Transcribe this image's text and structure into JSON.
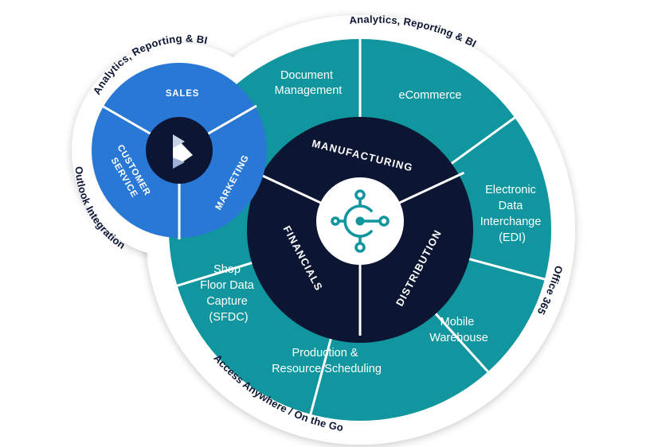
{
  "outer_ring": {
    "analytics_right": "Analytics, Reporting & BI",
    "analytics_left": "Analytics, Reporting & BI",
    "office": "Office 365",
    "access": "Access Anywhere / On the Go",
    "outlook": "Outlook Integration"
  },
  "modules": {
    "document_management": [
      "Document",
      "Management"
    ],
    "ecommerce": [
      "eCommerce"
    ],
    "edi": [
      "Electronic",
      "Data",
      "Interchange",
      "(EDI)"
    ],
    "mobile_warehouse": [
      "Mobile",
      "Warehouse"
    ],
    "production_scheduling": [
      "Production &",
      "Resource Scheduling"
    ],
    "sfdc": [
      "Shop",
      "Floor Data",
      "Capture",
      "(SFDC)"
    ]
  },
  "core": {
    "manufacturing": "MANUFACTURING",
    "distribution": "DISTRIBUTION",
    "financials": "FINANCIALS"
  },
  "crm": {
    "sales": "SALES",
    "marketing": "MARKETING",
    "customer_service": [
      "CUSTOMER",
      "SERVICE"
    ]
  },
  "colors": {
    "teal": "#11959f",
    "navy": "#0c1633",
    "blue": "#2a78d6",
    "white": "#ffffff"
  },
  "icons": {
    "center": "business-central-icon",
    "crm_center": "dynamics-logo-icon"
  }
}
